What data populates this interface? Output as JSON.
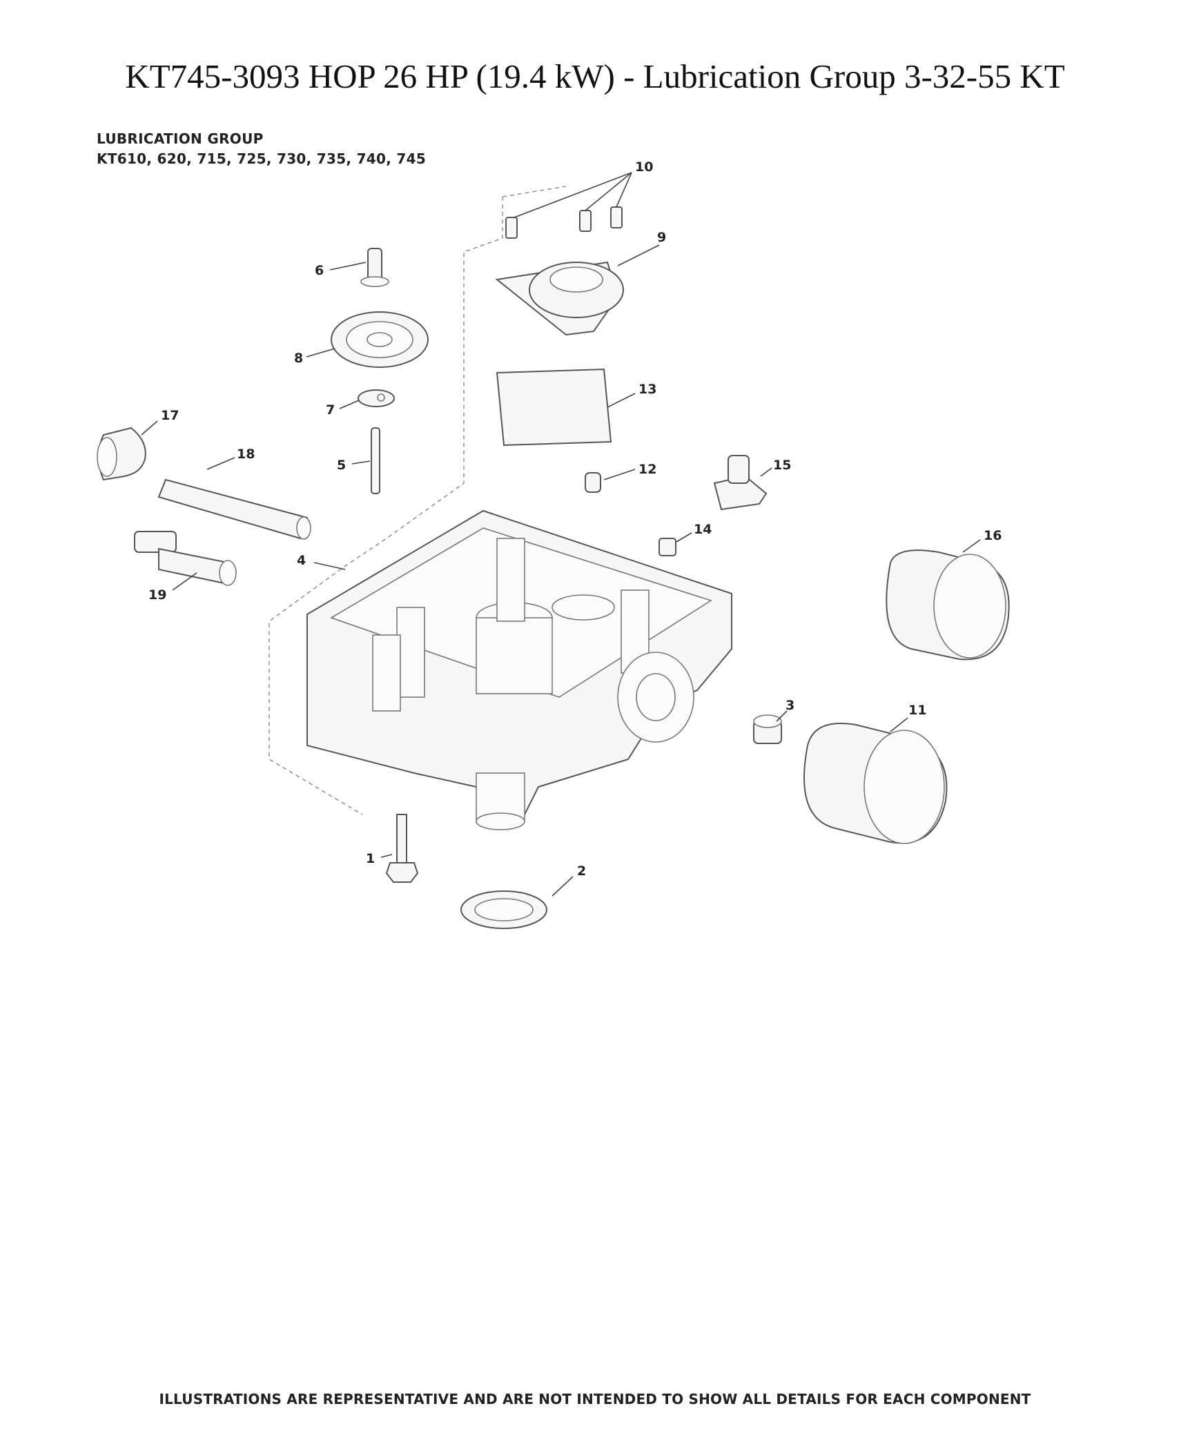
{
  "page": {
    "title": "KT745-3093 HOP 26 HP (19.4 kW) - Lubrication Group 3-32-55 KT",
    "header_line1": "LUBRICATION GROUP",
    "header_line2": "KT610, 620, 715, 725, 730, 735, 740, 745",
    "footer": "ILLUSTRATIONS ARE REPRESENTATIVE AND ARE NOT INTENDED TO SHOW ALL DETAILS FOR EACH COMPONENT"
  },
  "callouts": [
    "1",
    "2",
    "3",
    "4",
    "5",
    "6",
    "7",
    "8",
    "9",
    "10",
    "11",
    "12",
    "13",
    "14",
    "15",
    "16",
    "17",
    "18",
    "19"
  ]
}
